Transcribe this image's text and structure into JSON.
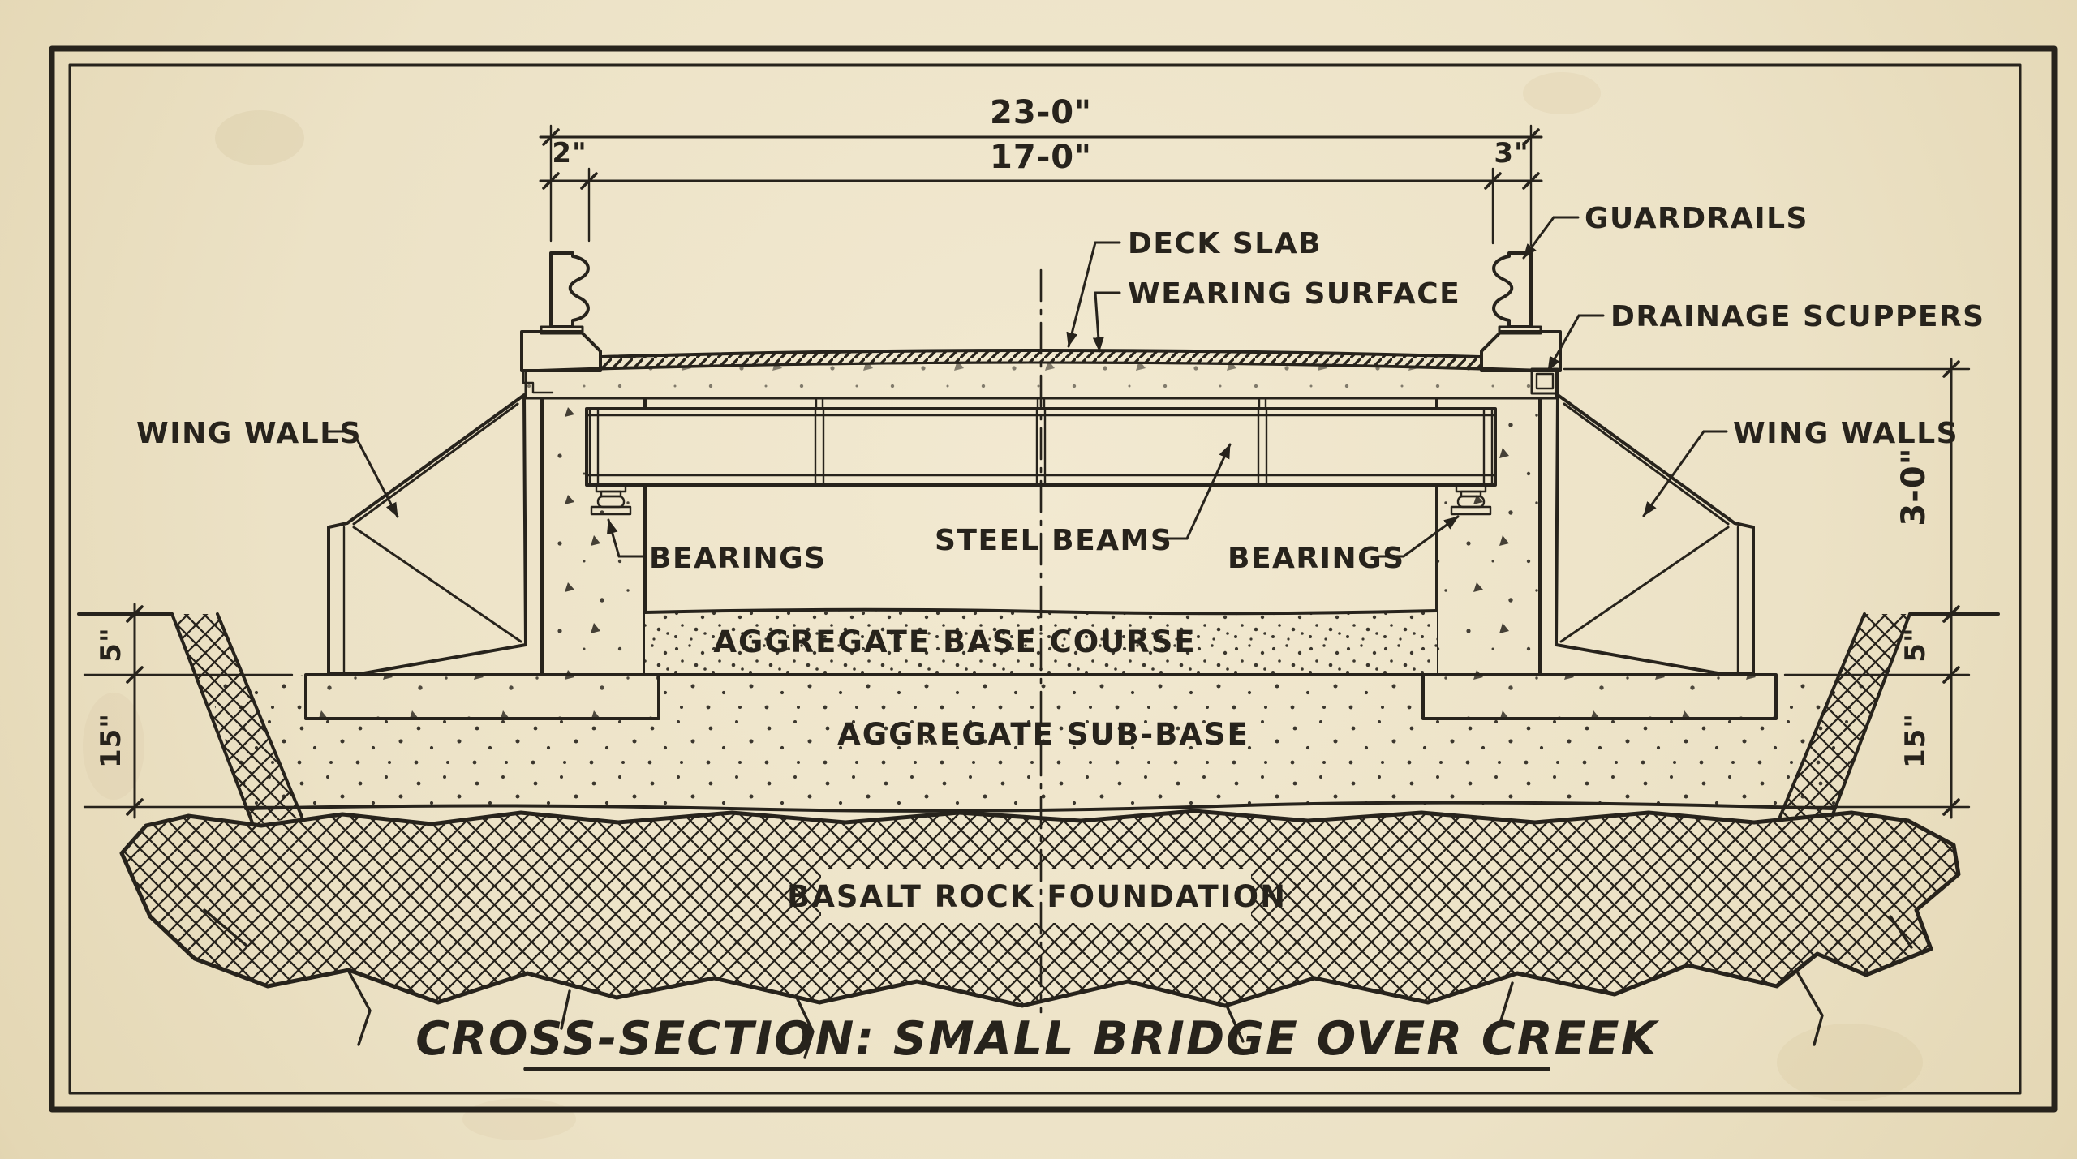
{
  "title": {
    "text": "CROSS-SECTION: SMALL BRIDGE OVER CREEK"
  },
  "dimensions": {
    "overall_width": "23-0\"",
    "roadway_width": "17-0\"",
    "left_edge_offset": "2\"",
    "right_edge_offset": "3\"",
    "superstructure_depth": "3-0\"",
    "base_course_thickness_left": "5\"",
    "base_course_thickness_right": "5\"",
    "sub_base_thickness_left": "15\"",
    "sub_base_thickness_right": "15\""
  },
  "labels": {
    "guardrails": "GUARDRAILS",
    "deck_slab": "DECK SLAB",
    "wearing_surface": "WEARING SURFACE",
    "drainage_scuppers": "DRAINAGE SCUPPERS",
    "wing_walls_left": "WING WALLS",
    "wing_walls_right": "WING WALLS",
    "bearings_left": "BEARINGS",
    "bearings_right": "BEARINGS",
    "steel_beams": "STEEL BEAMS",
    "aggregate_base_course": "AGGREGATE BASE COURSE",
    "aggregate_sub_base": "AGGREGATE SUB-BASE",
    "basalt_rock_foundation": "BASALT ROCK FOUNDATION"
  },
  "colors": {
    "paper": "#ece2c6",
    "ink": "#27231c"
  }
}
